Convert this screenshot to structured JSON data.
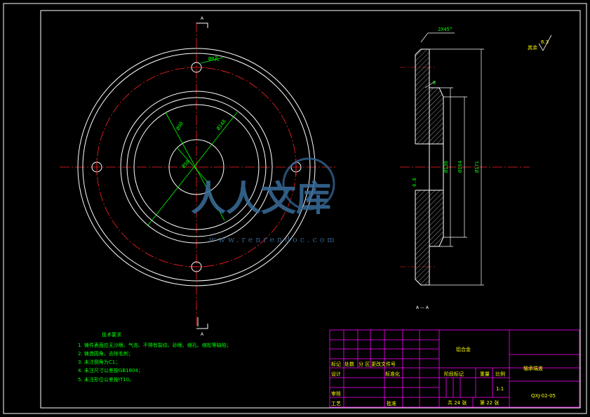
{
  "front_view": {
    "dims": {
      "bolt_hole": "Ø8孔",
      "d1": "Ø90",
      "d2": "Ø148",
      "d3": "Ø50"
    }
  },
  "section_view": {
    "chamfer": "2X45°",
    "step": "8",
    "slope": "0.8",
    "diameters": [
      "Ø130",
      "Ø164",
      "Ø171"
    ],
    "section_label": "A — A"
  },
  "surface_note": {
    "label": "其余",
    "value": "6.3"
  },
  "notes": {
    "title": "技术要求",
    "items": [
      "1. 铸件表面应无沙眼、气泡、不得有裂纹、砂眼、缩孔、缩松等缺陷；",
      "2. 铸造圆角，去除毛刺；",
      "3. 未注倒角为C1；",
      "4. 未注尺寸公差按GB1804；",
      "5. 未注形位公差按IT10。"
    ]
  },
  "title_block": {
    "material": "铝合金",
    "part_name": "轴承端盖",
    "scale": "1:1",
    "drawing_no": "QXJ-02-05",
    "total_sheets": "共 24 张",
    "sheet_no": "第 22 张",
    "labels": {
      "mark": "标记",
      "count": "处数",
      "zone": "分 区",
      "doc_no": "更改文件号",
      "design": "设计",
      "standardize": "标准化",
      "stage_mark": "阶段标记",
      "weight": "重量",
      "scale": "比例",
      "review": "审核",
      "process": "工艺",
      "approve": "批准"
    }
  },
  "watermark": {
    "main": "人人文库",
    "url": "www.renrendoc.com"
  }
}
